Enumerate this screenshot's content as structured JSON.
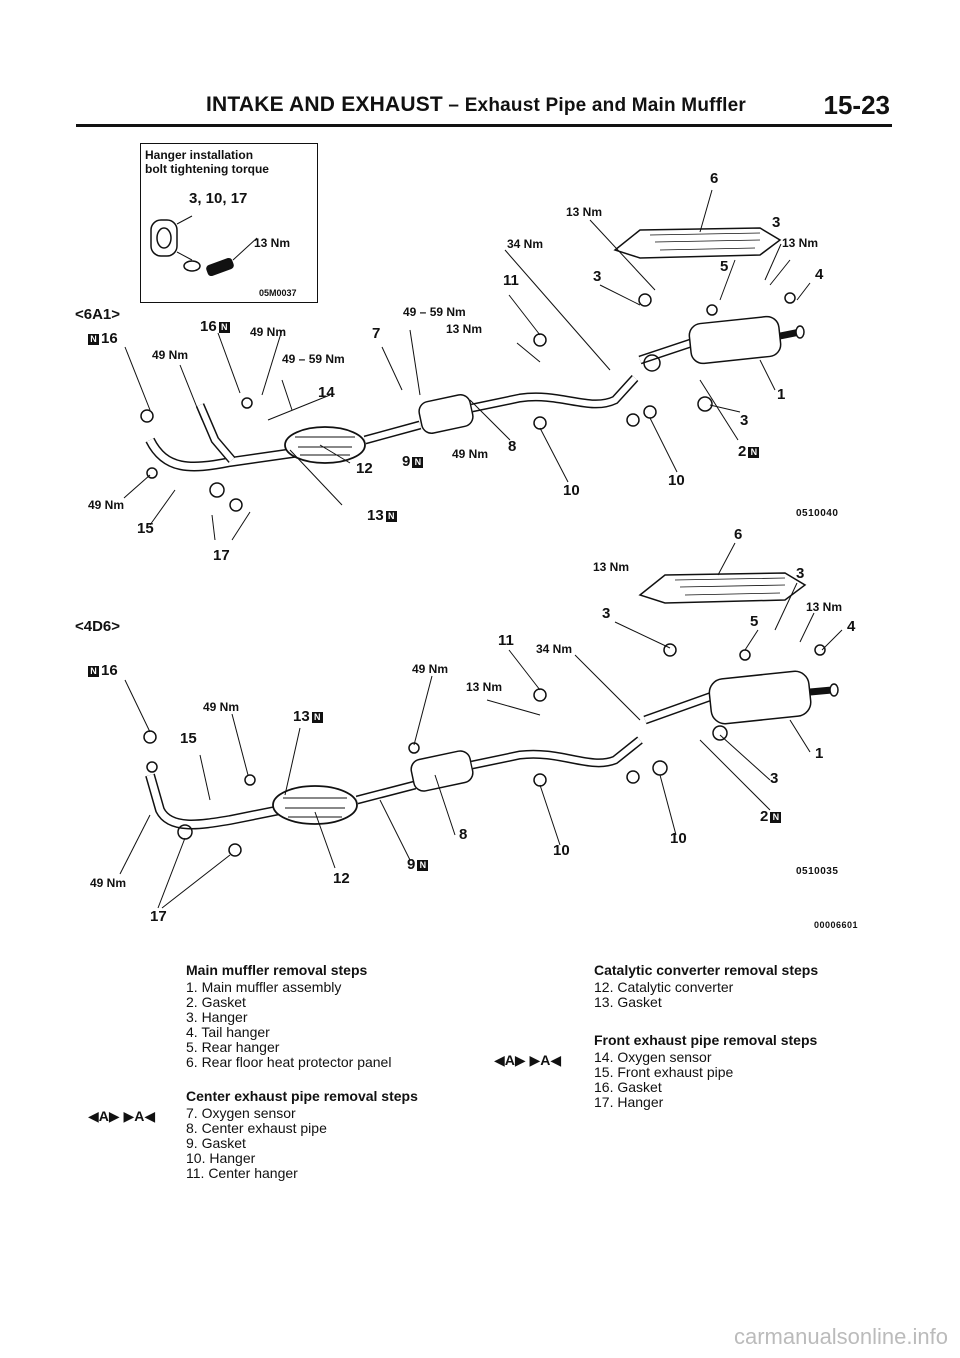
{
  "header": {
    "section": "INTAKE AND EXHAUST",
    "dash": " – ",
    "subsection": "Exhaust Pipe and Main Muffler",
    "page": "15-23"
  },
  "inset": {
    "title1": "Hanger installation",
    "title2": "bolt tightening torque",
    "items": "3, 10, 17",
    "torque": "13 Nm",
    "code": "05M0037"
  },
  "diagram_6a1": {
    "variant": "<6A1>",
    "code": "0510040",
    "labels": {
      "p16a": "16",
      "p16b": "16",
      "nm49a": "49 Nm",
      "nm49b": "49 Nm",
      "nm49c": "49 Nm",
      "nm49d": "49 Nm",
      "nm4959a": "49 – 59 Nm",
      "nm4959b": "49 – 59 Nm",
      "p7": "7",
      "p14": "14",
      "p12": "12",
      "p9": "9",
      "p8": "8",
      "p13": "13",
      "p15": "15",
      "p17": "17",
      "p10a": "10",
      "p10b": "10",
      "p11": "11",
      "nm13a": "13 Nm",
      "nm13b": "13 Nm",
      "nm13c": "13 Nm",
      "nm34": "34 Nm",
      "p6": "6",
      "p3a": "3",
      "p3b": "3",
      "p5": "5",
      "p4": "4",
      "p1": "1",
      "p3c": "3",
      "p2": "2"
    }
  },
  "diagram_4d6": {
    "variant": "<4D6>",
    "code": "0510035",
    "labels": {
      "p16": "16",
      "nm49a": "49 Nm",
      "nm49b": "49 Nm",
      "nm49c": "49 Nm",
      "p13": "13",
      "p15": "15",
      "p11": "11",
      "nm13a": "13 Nm",
      "nm13b": "13 Nm",
      "nm13c": "13 Nm",
      "nm34": "34 Nm",
      "p6": "6",
      "p3a": "3",
      "p3b": "3",
      "p5": "5",
      "p4": "4",
      "p1": "1",
      "p3c": "3",
      "p2": "2",
      "p8": "8",
      "p9": "9",
      "p10a": "10",
      "p10b": "10",
      "p12": "12",
      "p17": "17"
    }
  },
  "figure_code": "00006601",
  "main_muffler": {
    "heading": "Main muffler removal steps",
    "items": [
      "1. Main muffler assembly",
      "2. Gasket",
      "3. Hanger",
      "4. Tail hanger",
      "5. Rear hanger",
      "6. Rear floor heat protector panel"
    ]
  },
  "center_pipe": {
    "heading": "Center exhaust pipe removal steps",
    "symbols": "◀A▶ ▶A◀",
    "items": [
      "7. Oxygen sensor",
      "8. Center exhaust pipe",
      "9. Gasket",
      "10. Hanger",
      "11. Center hanger"
    ]
  },
  "catalytic": {
    "heading": "Catalytic converter removal steps",
    "items": [
      "12. Catalytic converter",
      "13. Gasket"
    ]
  },
  "front_pipe": {
    "heading": "Front exhaust pipe removal steps",
    "symbols": "◀A▶ ▶A◀",
    "items": [
      "14. Oxygen sensor",
      "15. Front exhaust pipe",
      "16. Gasket",
      "17. Hanger"
    ]
  },
  "watermark": "carmanualsonline.info",
  "badge": "N"
}
